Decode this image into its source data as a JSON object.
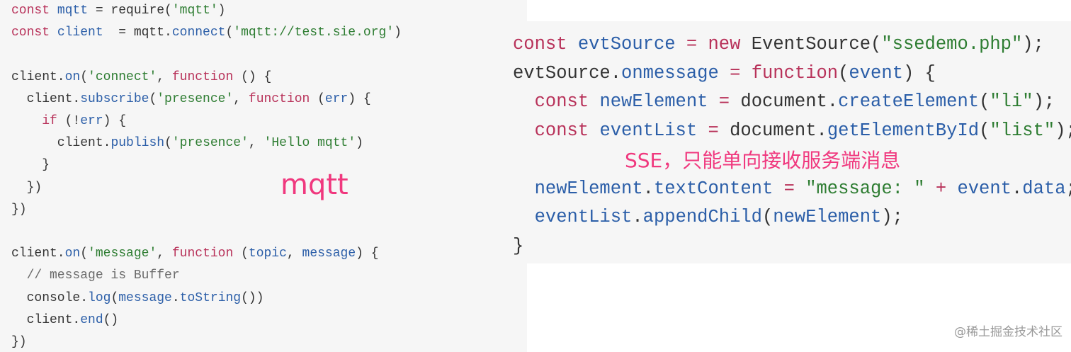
{
  "mqtt_code": {
    "lines": [
      [
        [
          "k",
          "const "
        ],
        [
          "v",
          "mqtt"
        ],
        [
          "p",
          " = require("
        ],
        [
          "s",
          "'mqtt'"
        ],
        [
          "p",
          ")"
        ]
      ],
      [
        [
          "k",
          "const "
        ],
        [
          "v",
          "client"
        ],
        [
          "p",
          "  = mqtt."
        ],
        [
          "v",
          "connect"
        ],
        [
          "p",
          "("
        ],
        [
          "s",
          "'mqtt://test.sie.org'"
        ],
        [
          "p",
          ")"
        ]
      ],
      [],
      [
        [
          "p",
          "client."
        ],
        [
          "v",
          "on"
        ],
        [
          "p",
          "("
        ],
        [
          "s",
          "'connect'"
        ],
        [
          "p",
          ", "
        ],
        [
          "k",
          "function"
        ],
        [
          "p",
          " () {"
        ]
      ],
      [
        [
          "p",
          "  client."
        ],
        [
          "v",
          "subscribe"
        ],
        [
          "p",
          "("
        ],
        [
          "s",
          "'presence'"
        ],
        [
          "p",
          ", "
        ],
        [
          "k",
          "function"
        ],
        [
          "p",
          " ("
        ],
        [
          "v",
          "err"
        ],
        [
          "p",
          ") {"
        ]
      ],
      [
        [
          "p",
          "    "
        ],
        [
          "k",
          "if"
        ],
        [
          "p",
          " (!"
        ],
        [
          "v",
          "err"
        ],
        [
          "p",
          ") {"
        ]
      ],
      [
        [
          "p",
          "      client."
        ],
        [
          "v",
          "publish"
        ],
        [
          "p",
          "("
        ],
        [
          "s",
          "'presence'"
        ],
        [
          "p",
          ", "
        ],
        [
          "s",
          "'Hello mqtt'"
        ],
        [
          "p",
          ")"
        ]
      ],
      [
        [
          "p",
          "    }"
        ]
      ],
      [
        [
          "p",
          "  })"
        ]
      ],
      [
        [
          "p",
          "})"
        ]
      ],
      [],
      [
        [
          "p",
          "client."
        ],
        [
          "v",
          "on"
        ],
        [
          "p",
          "("
        ],
        [
          "s",
          "'message'"
        ],
        [
          "p",
          ", "
        ],
        [
          "k",
          "function"
        ],
        [
          "p",
          " ("
        ],
        [
          "v",
          "topic"
        ],
        [
          "p",
          ", "
        ],
        [
          "v",
          "message"
        ],
        [
          "p",
          ") {"
        ]
      ],
      [
        [
          "c",
          "  // message is Buffer"
        ]
      ],
      [
        [
          "p",
          "  console."
        ],
        [
          "v",
          "log"
        ],
        [
          "p",
          "("
        ],
        [
          "v",
          "message"
        ],
        [
          "p",
          "."
        ],
        [
          "v",
          "toString"
        ],
        [
          "p",
          "())"
        ]
      ],
      [
        [
          "p",
          "  client."
        ],
        [
          "v",
          "end"
        ],
        [
          "p",
          "()"
        ]
      ],
      [
        [
          "p",
          "})"
        ]
      ]
    ]
  },
  "sse_code": {
    "lines": [
      [
        [
          "k",
          "const "
        ],
        [
          "v",
          "evtSource"
        ],
        [
          "op",
          " = "
        ],
        [
          "k",
          "new"
        ],
        [
          "p",
          " EventSource("
        ],
        [
          "s",
          "\"ssedemo.php\""
        ],
        [
          "p",
          ");"
        ]
      ],
      [
        [
          "p",
          "evtSource."
        ],
        [
          "v",
          "onmessage"
        ],
        [
          "op",
          " = "
        ],
        [
          "k",
          "function"
        ],
        [
          "p",
          "("
        ],
        [
          "v",
          "event"
        ],
        [
          "p",
          ") {"
        ]
      ],
      [
        [
          "p",
          "  "
        ],
        [
          "k",
          "const "
        ],
        [
          "v",
          "newElement"
        ],
        [
          "op",
          " = "
        ],
        [
          "p",
          "document."
        ],
        [
          "v",
          "createElement"
        ],
        [
          "p",
          "("
        ],
        [
          "s",
          "\"li\""
        ],
        [
          "p",
          ");"
        ]
      ],
      [
        [
          "p",
          "  "
        ],
        [
          "k",
          "const "
        ],
        [
          "v",
          "eventList"
        ],
        [
          "op",
          " = "
        ],
        [
          "p",
          "document."
        ],
        [
          "v",
          "getElementById"
        ],
        [
          "p",
          "("
        ],
        [
          "s",
          "\"list\""
        ],
        [
          "p",
          ");"
        ]
      ],
      [],
      [
        [
          "p",
          "  "
        ],
        [
          "v",
          "newElement"
        ],
        [
          "p",
          "."
        ],
        [
          "v",
          "textContent"
        ],
        [
          "op",
          " = "
        ],
        [
          "s",
          "\"message: \""
        ],
        [
          "op",
          " + "
        ],
        [
          "v",
          "event"
        ],
        [
          "p",
          "."
        ],
        [
          "v",
          "data"
        ],
        [
          "p",
          ";"
        ]
      ],
      [
        [
          "p",
          "  "
        ],
        [
          "v",
          "eventList"
        ],
        [
          "p",
          "."
        ],
        [
          "v",
          "appendChild"
        ],
        [
          "p",
          "("
        ],
        [
          "v",
          "newElement"
        ],
        [
          "p",
          ");"
        ]
      ],
      [
        [
          "p",
          "}"
        ]
      ]
    ]
  },
  "annotations": {
    "mqtt_label": "mqtt",
    "sse_label": "SSE，只能单向接收服务端消息"
  },
  "watermark": "@稀土掘金技术社区",
  "colors": {
    "keyword": "#b8325a",
    "identifier": "#2b5ea8",
    "string": "#2e7d32",
    "comment": "#6b6b6b",
    "annotation": "#f0387e",
    "background": "#f6f6f6"
  }
}
